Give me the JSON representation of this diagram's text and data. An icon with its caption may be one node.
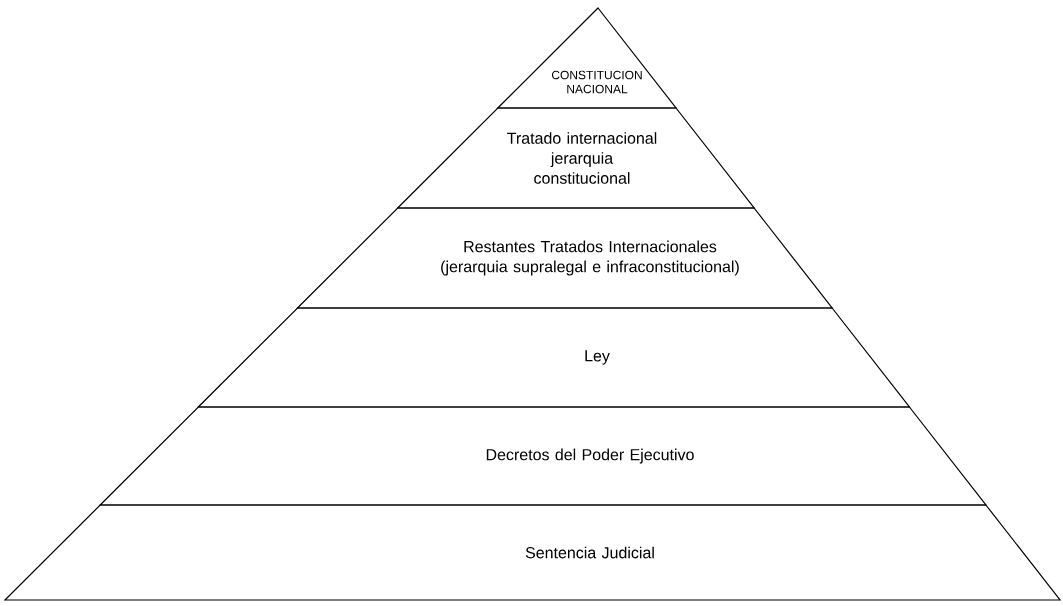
{
  "diagram": {
    "nodes": [
      {
        "text": [
          "CONSTITUCION NACIONAL"
        ]
      },
      {
        "text": [
          "Tratado internacional jerarquia constitucional"
        ]
      },
      {
        "text": [
          "Restantes Tratados Internacionales (jerarquia supralegal e infraconstitucional)"
        ]
      },
      {
        "text": [
          "Ley"
        ]
      },
      {
        "text": [
          "Decretos del Poder Ejecutivo"
        ]
      },
      {
        "text": [
          "Sentencia Judicial"
        ]
      }
    ]
  }
}
